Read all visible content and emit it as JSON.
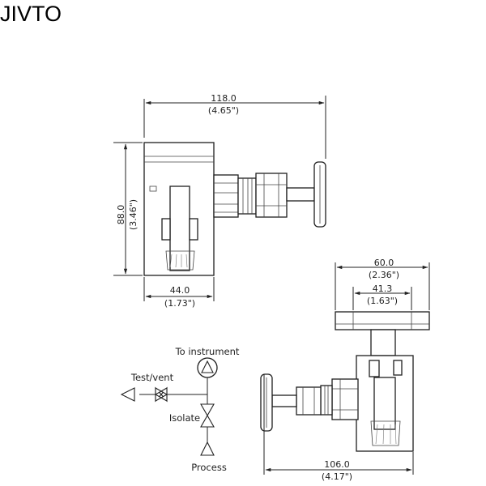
{
  "brand": "JIVTO",
  "view1": {
    "width_dim": {
      "mm": "118.0",
      "inch": "(4.65\")"
    },
    "height_dim": {
      "mm": "88.0",
      "inch": "(3.46\")"
    },
    "body_dim": {
      "mm": "44.0",
      "inch": "(1.73\")"
    }
  },
  "view2": {
    "flange_dim": {
      "mm": "60.0",
      "inch": "(2.36\")"
    },
    "bolt_dim": {
      "mm": "41.3",
      "inch": "(1.63\")"
    },
    "length_dim": {
      "mm": "106.0",
      "inch": "(4.17\")"
    }
  },
  "schematic": {
    "to_instrument": "To instrument",
    "test_vent": "Test/vent",
    "isolate": "Isolate",
    "process": "Process"
  }
}
